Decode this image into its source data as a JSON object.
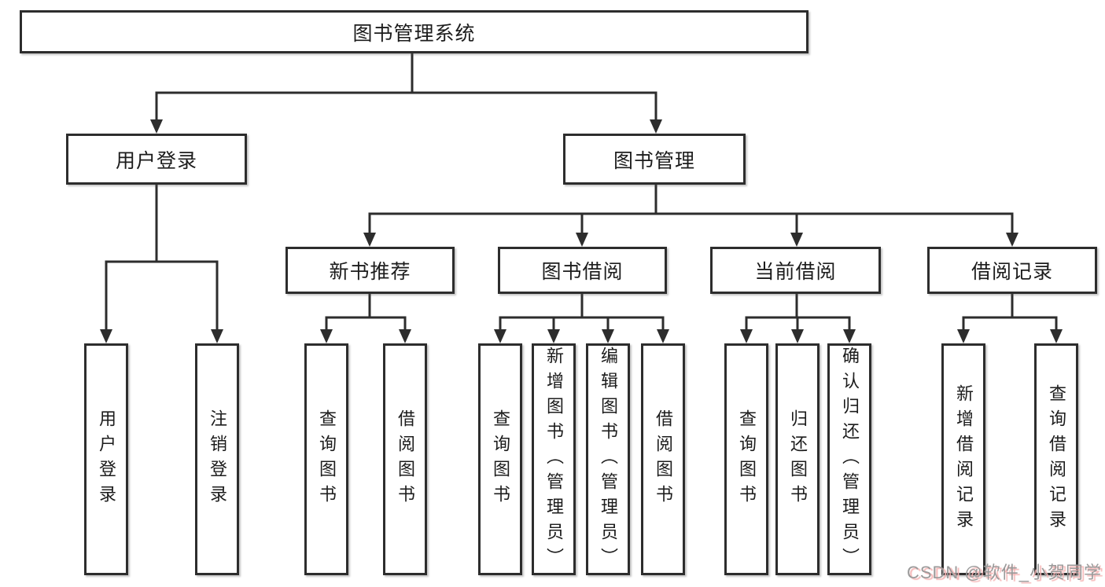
{
  "tree": {
    "label": "图书管理系统",
    "children": [
      {
        "label": "用户登录",
        "children": [
          {
            "label": "用户登录"
          },
          {
            "label": "注销登录"
          }
        ]
      },
      {
        "label": "图书管理",
        "children": [
          {
            "label": "新书推荐",
            "children": [
              {
                "label": "查询图书"
              },
              {
                "label": "借阅图书"
              }
            ]
          },
          {
            "label": "图书借阅",
            "children": [
              {
                "label": "查询图书"
              },
              {
                "label": "新增图书（管理员）"
              },
              {
                "label": "编辑图书（管理员）"
              },
              {
                "label": "借阅图书"
              }
            ]
          },
          {
            "label": "当前借阅",
            "children": [
              {
                "label": "查询图书"
              },
              {
                "label": "归还图书"
              },
              {
                "label": "确认归还（管理员）"
              }
            ]
          },
          {
            "label": "借阅记录",
            "children": [
              {
                "label": "新增借阅记录"
              },
              {
                "label": "查询借阅记录"
              }
            ]
          }
        ]
      }
    ]
  },
  "watermark": {
    "text": "CSDN @软件_小贺同学"
  },
  "colors": {
    "line": "#2d2d2d",
    "box_border": "#2d2d2d",
    "box_fill": "#ffffff",
    "text": "#1c1c1c",
    "watermark_text": "#9a9a9a",
    "watermark_shadow": "#f6b6b6"
  }
}
